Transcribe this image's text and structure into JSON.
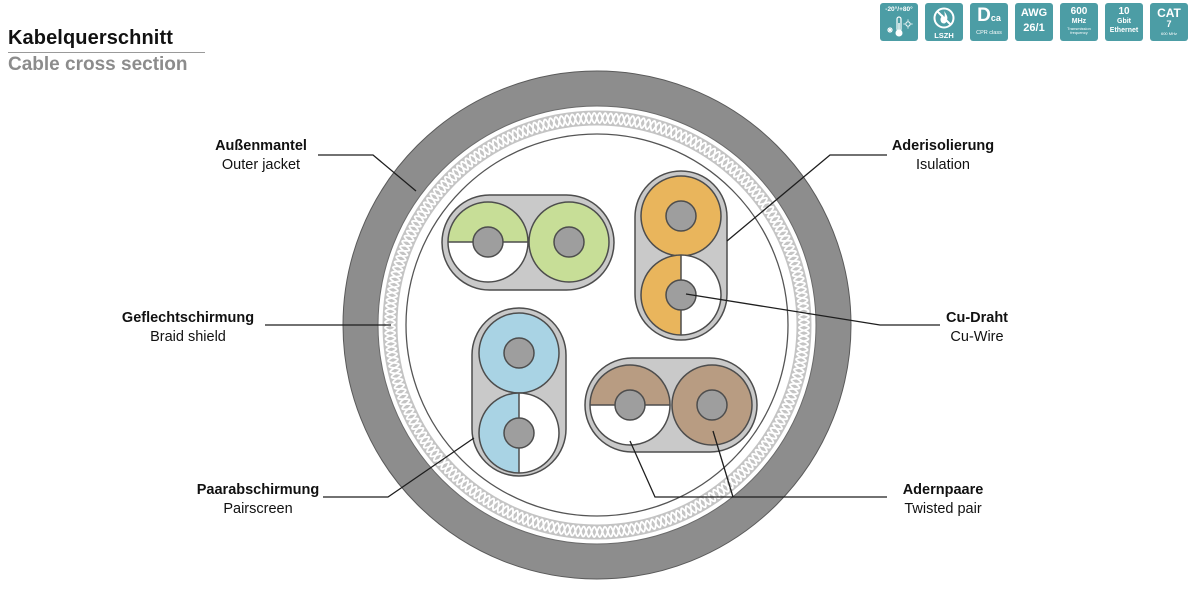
{
  "header": {
    "title": "Kabelquerschnitt",
    "subtitle": "Cable cross section"
  },
  "badges": [
    {
      "top": "-20°/+80°",
      "icons": [
        "snowflake-icon",
        "thermometer-icon",
        "sun-icon"
      ]
    },
    {
      "icon": "no-flame-icon",
      "bottom": "LSZH"
    },
    {
      "main": "D",
      "sub": "ca",
      "bottom": "CPR class"
    },
    {
      "line1": "AWG",
      "line2": "26/1"
    },
    {
      "line1": "600",
      "line2": "MHz",
      "line3": "Transmission frequency"
    },
    {
      "line1": "10",
      "line2": "Gbit",
      "line3": "Ethernet"
    },
    {
      "line1": "CAT",
      "line2": "7",
      "line3": "600 MHz"
    }
  ],
  "labels": {
    "outer_jacket": {
      "de": "Außenmantel",
      "en": "Outer jacket"
    },
    "braid_shield": {
      "de": "Geflechtschirmung",
      "en": "Braid shield"
    },
    "pair_screen": {
      "de": "Paarabschirmung",
      "en": "Pairscreen"
    },
    "insulation": {
      "de": "Aderisolierung",
      "en": "Isulation"
    },
    "cu_wire": {
      "de": "Cu-Draht",
      "en": "Cu-Wire"
    },
    "twisted_pair": {
      "de": "Adernpaare",
      "en": "Twisted pair"
    }
  },
  "colors": {
    "badge": "#4c9da5",
    "jacket": "#8d8d8d",
    "braid_band": "#c4c4c4",
    "screen": "#c9c9c9",
    "wire": "#9e9e9e",
    "green": "#c7de97",
    "orange": "#e9b55c",
    "blue": "#a9d3e4",
    "brown": "#b89c82"
  }
}
